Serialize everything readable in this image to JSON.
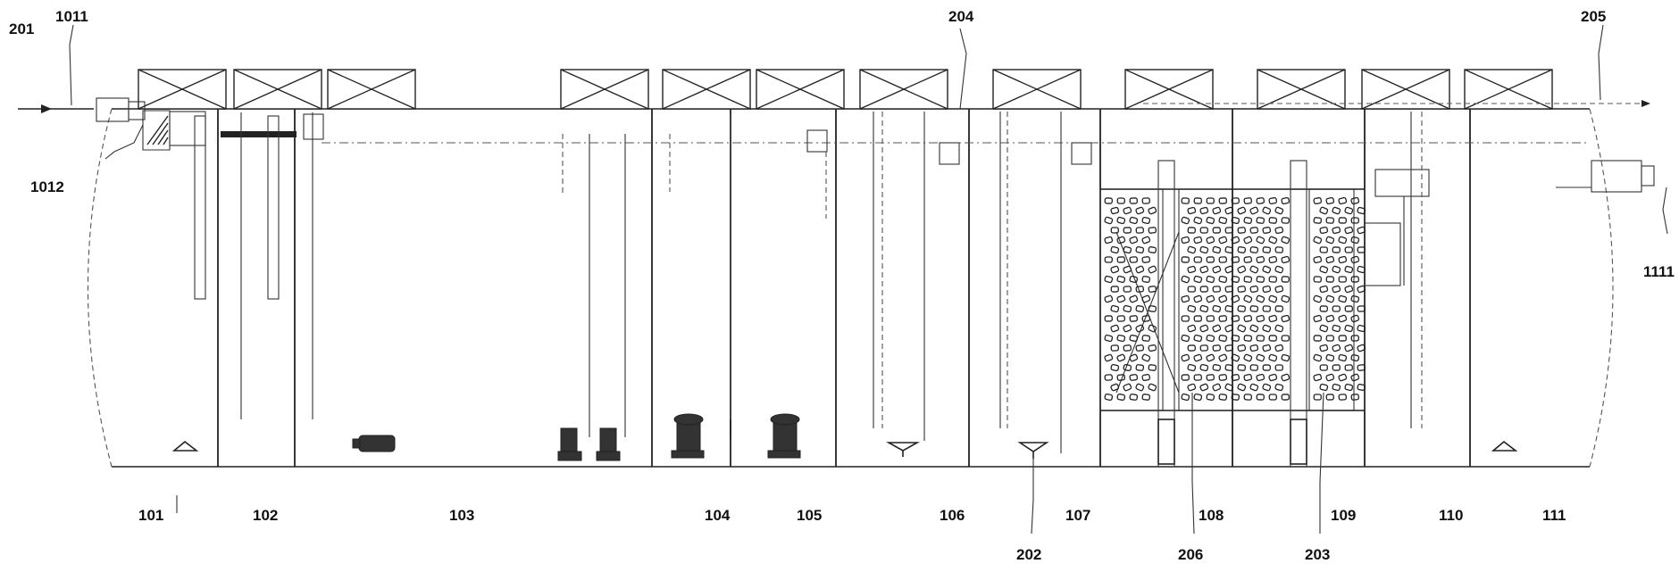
{
  "figure": {
    "labels": {
      "inlet": "201",
      "inlet_pipe": "1011",
      "screen": "1012",
      "top_pipe": "204",
      "outlet": "205",
      "outlet_device": "1111",
      "aerator": "202",
      "media_a": "206",
      "media_b": "203"
    },
    "compartments": [
      "101",
      "102",
      "103",
      "104",
      "105",
      "106",
      "107",
      "108",
      "109",
      "110",
      "111"
    ]
  }
}
